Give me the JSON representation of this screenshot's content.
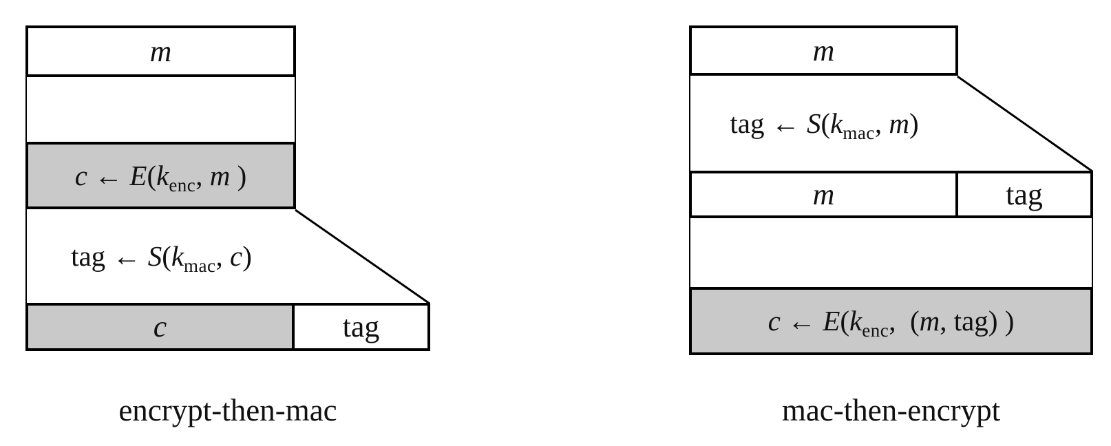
{
  "colors": {
    "box_fill_gray": "#c9c9c9",
    "line_black": "#000000",
    "background": "#ffffff"
  },
  "left": {
    "caption": "encrypt-then-mac",
    "m_box": "m",
    "enc_formula": {
      "var": "c ",
      "arrow": "← ",
      "fn": "E",
      "open": "(",
      "k": "k",
      "sub": "enc",
      "comma": ", ",
      "arg": "m",
      "close": " )"
    },
    "mac_formula": {
      "word": "tag ",
      "arrow": "← ",
      "fn": "S",
      "open": "(",
      "k": "k",
      "sub": "mac",
      "comma": ", ",
      "arg": "c",
      "close": ")"
    },
    "c_cell": "c",
    "tag_cell": "tag"
  },
  "right": {
    "caption": "mac-then-encrypt",
    "m_box": "m",
    "mac_formula": {
      "word": "tag ",
      "arrow": "← ",
      "fn": "S",
      "open": "(",
      "k": "k",
      "sub": "mac",
      "comma": ", ",
      "arg": "m",
      "close": ")"
    },
    "m_cell": "m",
    "tag_cell": "tag",
    "enc_formula": {
      "var": "c ",
      "arrow": "← ",
      "fn": "E",
      "open": "(",
      "k": "k",
      "sub": "enc",
      "comma": ",  ",
      "inner_open": "(",
      "arg1": "m",
      "inner_comma": ", ",
      "arg2": "tag",
      "inner_close": ") ",
      "close": ")"
    }
  }
}
